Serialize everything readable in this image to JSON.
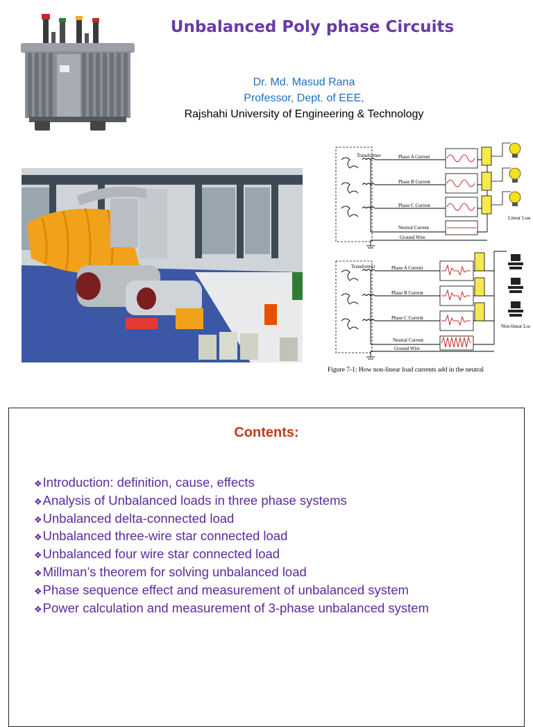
{
  "slide1": {
    "title": "Unbalanced Poly phase Circuits",
    "author": {
      "name": "Dr. Md. Masud Rana",
      "position": "Professor, Dept. of EEE,",
      "institution": "Rajshahi University of Engineering & Technology"
    },
    "circuit_figure": {
      "top": {
        "transformer": "Transformer",
        "phase_a": "Phase A Current",
        "phase_b": "Phase B Current",
        "phase_c": "Phase C Current",
        "neutral": "Neutral Current",
        "ground": "Ground Wire",
        "load": "Linear Load"
      },
      "bottom": {
        "transformer": "Transformer",
        "phase_a": "Phase A Current",
        "phase_b": "Phase B Current",
        "phase_c": "Phase C Current",
        "neutral": "Neutral Current",
        "ground": "Ground Wire",
        "load": "Non-linear Load"
      },
      "caption": "Figure 7-1:  How non-linear load currents add in the neutral"
    },
    "colors": {
      "title": "#6a3aa6",
      "author": "#1f6fbf",
      "transformer_tank": "#8a8f96",
      "generator": "#f2a21a",
      "floor": "#3b57a6"
    }
  },
  "slide2": {
    "heading": "Contents:",
    "bullet_glyph": "❖",
    "items": [
      "Introduction: definition, cause, effects",
      "Analysis of Unbalanced loads in three phase systems",
      "Unbalanced delta-connected load",
      "Unbalanced three-wire star connected load",
      "Unbalanced four wire star connected load",
      "Millman’s theorem for solving unbalanced load",
      "Phase sequence effect and measurement of unbalanced system",
      "Power calculation and measurement of 3-phase unbalanced system"
    ],
    "colors": {
      "heading": "#c0391b",
      "items": "#5b2a9e"
    }
  }
}
